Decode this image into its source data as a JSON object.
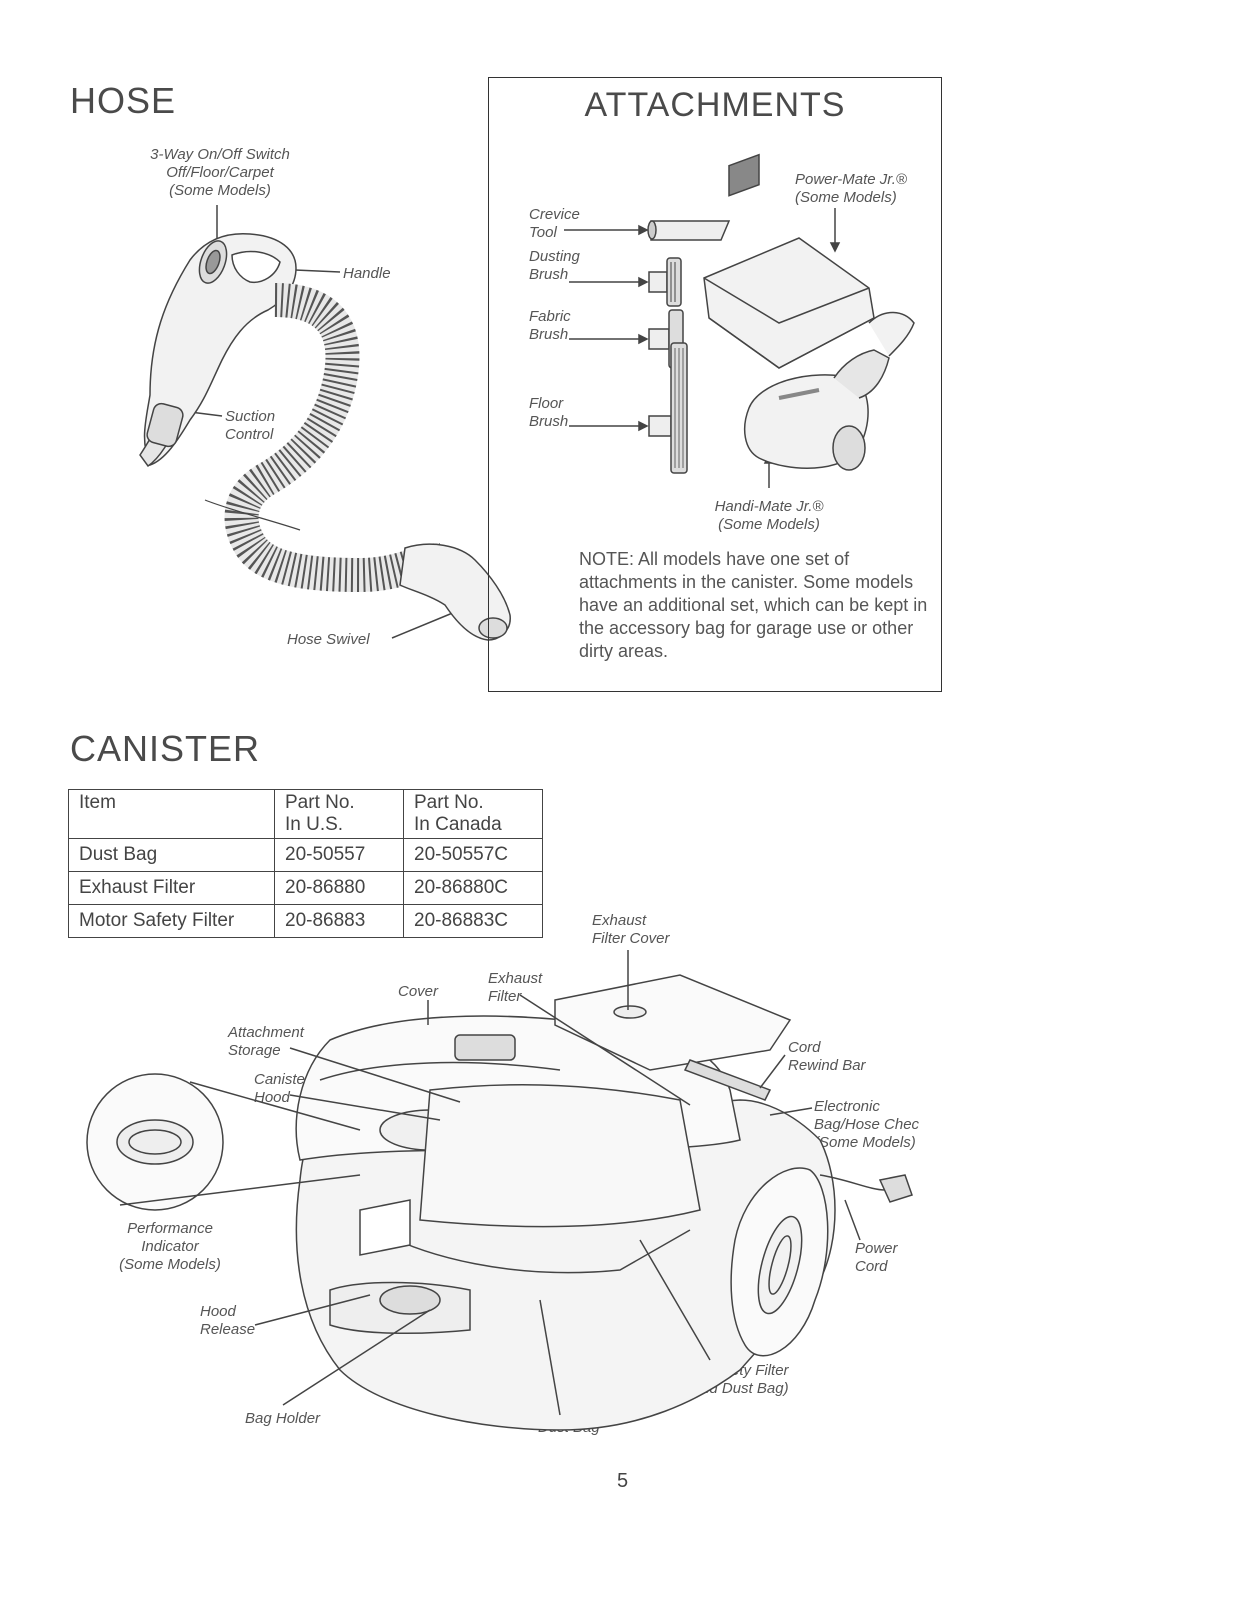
{
  "hose": {
    "title": "HOSE",
    "labels": {
      "switch_line1": "3-Way On/Off Switch",
      "switch_line2": "Off/Floor/Carpet",
      "switch_line3": "(Some Models)",
      "handle": "Handle",
      "suction_line1": "Suction",
      "suction_line2": "Control",
      "swivel": "Hose Swivel"
    }
  },
  "attachments": {
    "title": "ATTACHMENTS",
    "labels": {
      "crevice_line1": "Crevice",
      "crevice_line2": "Tool",
      "dusting_line1": "Dusting",
      "dusting_line2": "Brush",
      "fabric_line1": "Fabric",
      "fabric_line2": "Brush",
      "floor_line1": "Floor",
      "floor_line2": "Brush",
      "powermate_line1": "Power-Mate Jr.®",
      "powermate_line2": "(Some Models)",
      "handimate_line1": "Handi-Mate Jr.®",
      "handimate_line2": "(Some Models)"
    },
    "note_head": "NOTE:",
    "note_body": "All models have one set of attachments in the canister. Some models have an additional set, which can be kept in the accessory bag for garage use or other dirty areas."
  },
  "canister": {
    "title": "CANISTER",
    "table": {
      "headers": [
        "Item",
        "Part No. In U.S.",
        "Part No. In Canada"
      ],
      "header_lines": {
        "c2_line1": "Part No.",
        "c2_line2": "In U.S.",
        "c3_line1": "Part No.",
        "c3_line2": "In Canada"
      },
      "rows": [
        [
          "Dust Bag",
          "20-50557",
          "20-50557C"
        ],
        [
          "Exhaust Filter",
          "20-86880",
          "20-86880C"
        ],
        [
          "Motor Safety Filter",
          "20-86883",
          "20-86883C"
        ]
      ]
    },
    "labels": {
      "exhaust_cover_line1": "Exhaust",
      "exhaust_cover_line2": "Filter Cover",
      "exhaust_filter_line1": "Exhaust",
      "exhaust_filter_line2": "Filter",
      "cover": "Cover",
      "attachment_storage_line1": "Attachment",
      "attachment_storage_line2": "Storage",
      "canister_hood_line1": "Canister",
      "canister_hood_line2": "Hood",
      "cord_rewind_line1": "Cord",
      "cord_rewind_line2": "Rewind Bar",
      "electronic_line1": "Electronic",
      "electronic_line2": "Bag/Hose Chec",
      "electronic_line3": "(Some Models)",
      "performance_line1": "Performance",
      "performance_line2": "Indicator",
      "performance_line3": "(Some Models)",
      "power_cord_line1": "Power",
      "power_cord_line2": "Cord",
      "hood_release_line1": "Hood",
      "hood_release_line2": "Release",
      "motor_filter_line1": "Motor Safety Filter",
      "motor_filter_line2": "(Behind Dust Bag)",
      "bag_holder": "Bag Holder",
      "dust_bag": "Dust Bag"
    }
  },
  "page_number": "5"
}
